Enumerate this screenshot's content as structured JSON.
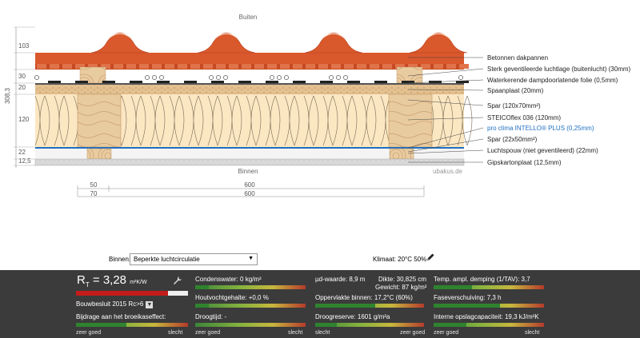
{
  "drawing": {
    "outside_label": "Buiten",
    "inside_label": "Binnen",
    "watermark": "ubakus.de",
    "left_dims": [
      {
        "label": "103"
      },
      {
        "label": "30"
      },
      {
        "label": "20"
      },
      {
        "label": "120"
      },
      {
        "label": "22"
      },
      {
        "label": "12,5"
      }
    ],
    "total_dim": "308,3",
    "bottom_dims": {
      "row1_a": "50",
      "row1_b": "600",
      "row2_a": "70",
      "row2_b": "600"
    },
    "layers": [
      {
        "label": "Betonnen dakpannen",
        "highlight": false
      },
      {
        "label": "Sterk geventileerde luchtlage (buitenlucht) (30mm)",
        "highlight": false
      },
      {
        "label": "Waterkerende dampdoorlatende folie (0,5mm)",
        "highlight": false
      },
      {
        "label": "Spaanplaat (20mm)",
        "highlight": false
      },
      {
        "label": "Spar (120x70mm²)",
        "highlight": false
      },
      {
        "label": "STEICOflex 036 (120mm)",
        "highlight": false
      },
      {
        "label": "pro clima INTELLO® PLUS (0,25mm)",
        "highlight": true
      },
      {
        "label": "Spar (22x50mm²)",
        "highlight": false
      },
      {
        "label": "Luchtspouw (niet geventileerd) (22mm)",
        "highlight": false
      },
      {
        "label": "Gipskartonplaat (12,5mm)",
        "highlight": false
      }
    ],
    "colors": {
      "tile": "#d9532a",
      "wood": "#e8c9a0",
      "insulation": "#fbe6c0",
      "membrane": "#1f6fc0",
      "gypsum": "#d8d8d8",
      "highlight_text": "#1f6fc0"
    }
  },
  "controls": {
    "binnen_label": "Binnen:",
    "binnen_value": "Beperkte luchtcirculatie",
    "klimaat": "Klimaat: 20°C 50%"
  },
  "results": {
    "rt_symbol": "R",
    "rt_sub": "T",
    "rt_value": "= 3,28",
    "rt_unit": "m²K/W",
    "rt_fraction": 0.82,
    "standard": "Bouwbesluit 2015 Rc>6",
    "greenhouse": "Bijdrage aan het broeikaseffect:",
    "greenhouse_fraction": 0.45,
    "condenswater": "Condenswater: 0 kg/m²",
    "condenswater_fraction": 0.12,
    "houtvocht": "Houtvochtgehalte: +0,0 %",
    "houtvocht_fraction": 0.12,
    "droogtijd": "Droogtijd: -",
    "sd_waarde": "µd-waarde: 8,9 m",
    "dikte": "Dikte: 30,825 cm",
    "gewicht": "Gewicht: 87 kg/m²",
    "oppervlakte": "Oppervlakte binnen: 17,2°C (60%)",
    "oppervlakte_fraction": 0.55,
    "droogreserve": "Droogreserve: 1601 g/m²a",
    "droogreserve_fraction": 0.2,
    "temp_ampl": "Temp. ampl. demping (1/TAV): 3,7",
    "temp_fraction": 0.35,
    "faseverschuiving": "Faseverschuiving: 7,3 h",
    "fase_fraction": 0.6,
    "opslag": "Interne opslagcapaciteit: 19,3 kJ/m²K",
    "opslag_fraction": 0.3,
    "scale_good": "zeer goed",
    "scale_bad": "slecht"
  }
}
